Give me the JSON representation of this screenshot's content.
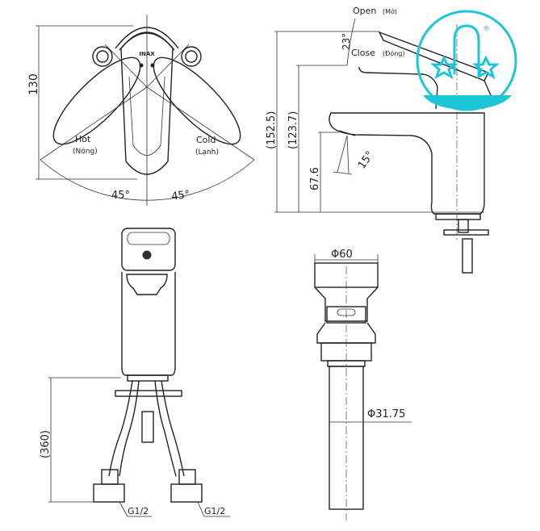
{
  "top_view": {
    "height_dim": "130",
    "hot_label": "Hot",
    "hot_label_vi": "(Nóng)",
    "cold_label": "Cold",
    "cold_label_vi": "(Lạnh)",
    "angle_left": "45°",
    "angle_right": "45°",
    "brand_mark": "INAX"
  },
  "side_view": {
    "open_label": "Open",
    "open_label_vi": "(Mở)",
    "close_label": "Close",
    "close_label_vi": "(Đóng)",
    "lever_angle": "23°",
    "total_height_dim": "(152.5)",
    "body_height_dim": "(123.7)",
    "spout_height_dim": "67.6",
    "spout_angle": "15°"
  },
  "front_view": {
    "hose_length_dim": "(360)",
    "inlet_left": "G1/2",
    "inlet_right": "G1/2"
  },
  "drain_view": {
    "top_diameter": "Φ60",
    "pipe_diameter": "Φ31.75"
  },
  "logo": {
    "color": "#1cc5d8",
    "registered_mark": "®"
  }
}
